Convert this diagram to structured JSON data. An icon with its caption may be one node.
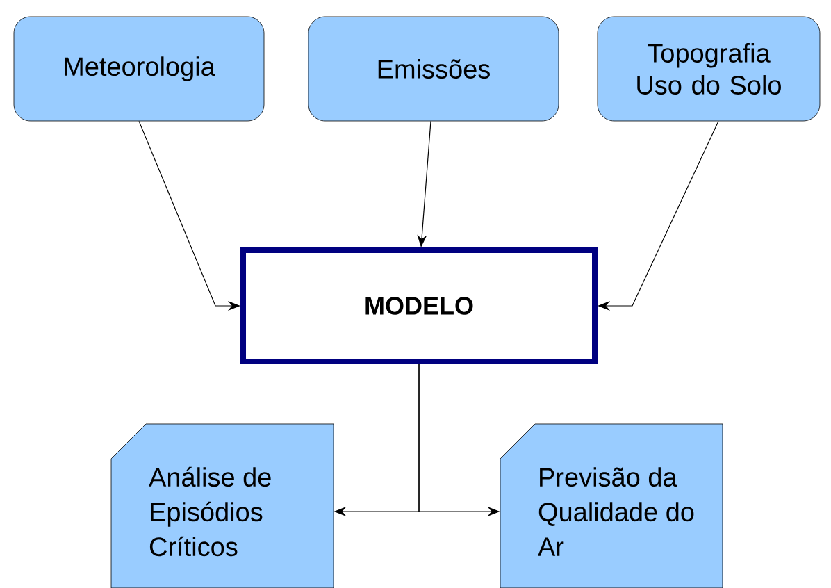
{
  "diagram": {
    "nodes": [
      {
        "text": [
          "Meteorologia"
        ]
      },
      {
        "text": [
          "Emissões"
        ]
      },
      {
        "text": [
          "Topografia Uso do Solo"
        ]
      },
      {
        "text": [
          "MODELO"
        ]
      },
      {
        "text": [
          "Análise de Episódios Críticos"
        ]
      },
      {
        "text": [
          "Previsão da Qualidade do Ar"
        ]
      }
    ],
    "edges": [
      {
        "from": 0,
        "to": 3,
        "arrow": "to"
      },
      {
        "from": 1,
        "to": 3,
        "arrow": "to"
      },
      {
        "from": 2,
        "to": 3,
        "arrow": "to"
      },
      {
        "from": 3,
        "to": 4,
        "arrow": "to"
      },
      {
        "from": 3,
        "to": 5,
        "arrow": "to"
      }
    ]
  }
}
